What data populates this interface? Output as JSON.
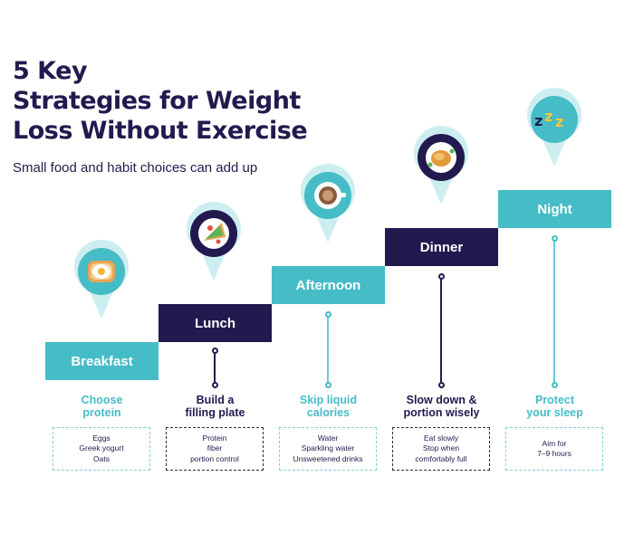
{
  "title_lines": [
    "5 Key",
    "Strategies for Weight",
    "Loss Without Exercise"
  ],
  "subtitle": "Small food and habit choices can add up",
  "colors": {
    "navy": "#221a4f",
    "teal": "#46bcc6",
    "light_teal": "#6ccbd3"
  },
  "steps": [
    {
      "label": "Breakfast",
      "heading": [
        "Choose",
        "protein"
      ],
      "items": [
        "Eggs",
        "Greek yogurt",
        "Oats"
      ],
      "icon": "fried-egg-toast-icon"
    },
    {
      "label": "Lunch",
      "heading": [
        "Build a",
        "filling plate"
      ],
      "items": [
        "Protein",
        "fiber",
        "portion control"
      ],
      "icon": "sandwich-plate-icon"
    },
    {
      "label": "Afternoon",
      "heading": [
        "Skip liquid",
        "calories"
      ],
      "items": [
        "Water",
        "Sparkling water",
        "Unsweetened drinks"
      ],
      "icon": "coffee-cup-icon"
    },
    {
      "label": "Dinner",
      "heading": [
        "Slow down &",
        "portion wisely"
      ],
      "items": [
        "Eat slowly",
        "Stop when",
        "comfortably full"
      ],
      "icon": "roast-dinner-icon"
    },
    {
      "label": "Night",
      "heading": [
        "Protect",
        "your sleep"
      ],
      "items": [
        "Aim for",
        "7–9 hours"
      ],
      "icon": "sleep-zzz-icon"
    }
  ]
}
